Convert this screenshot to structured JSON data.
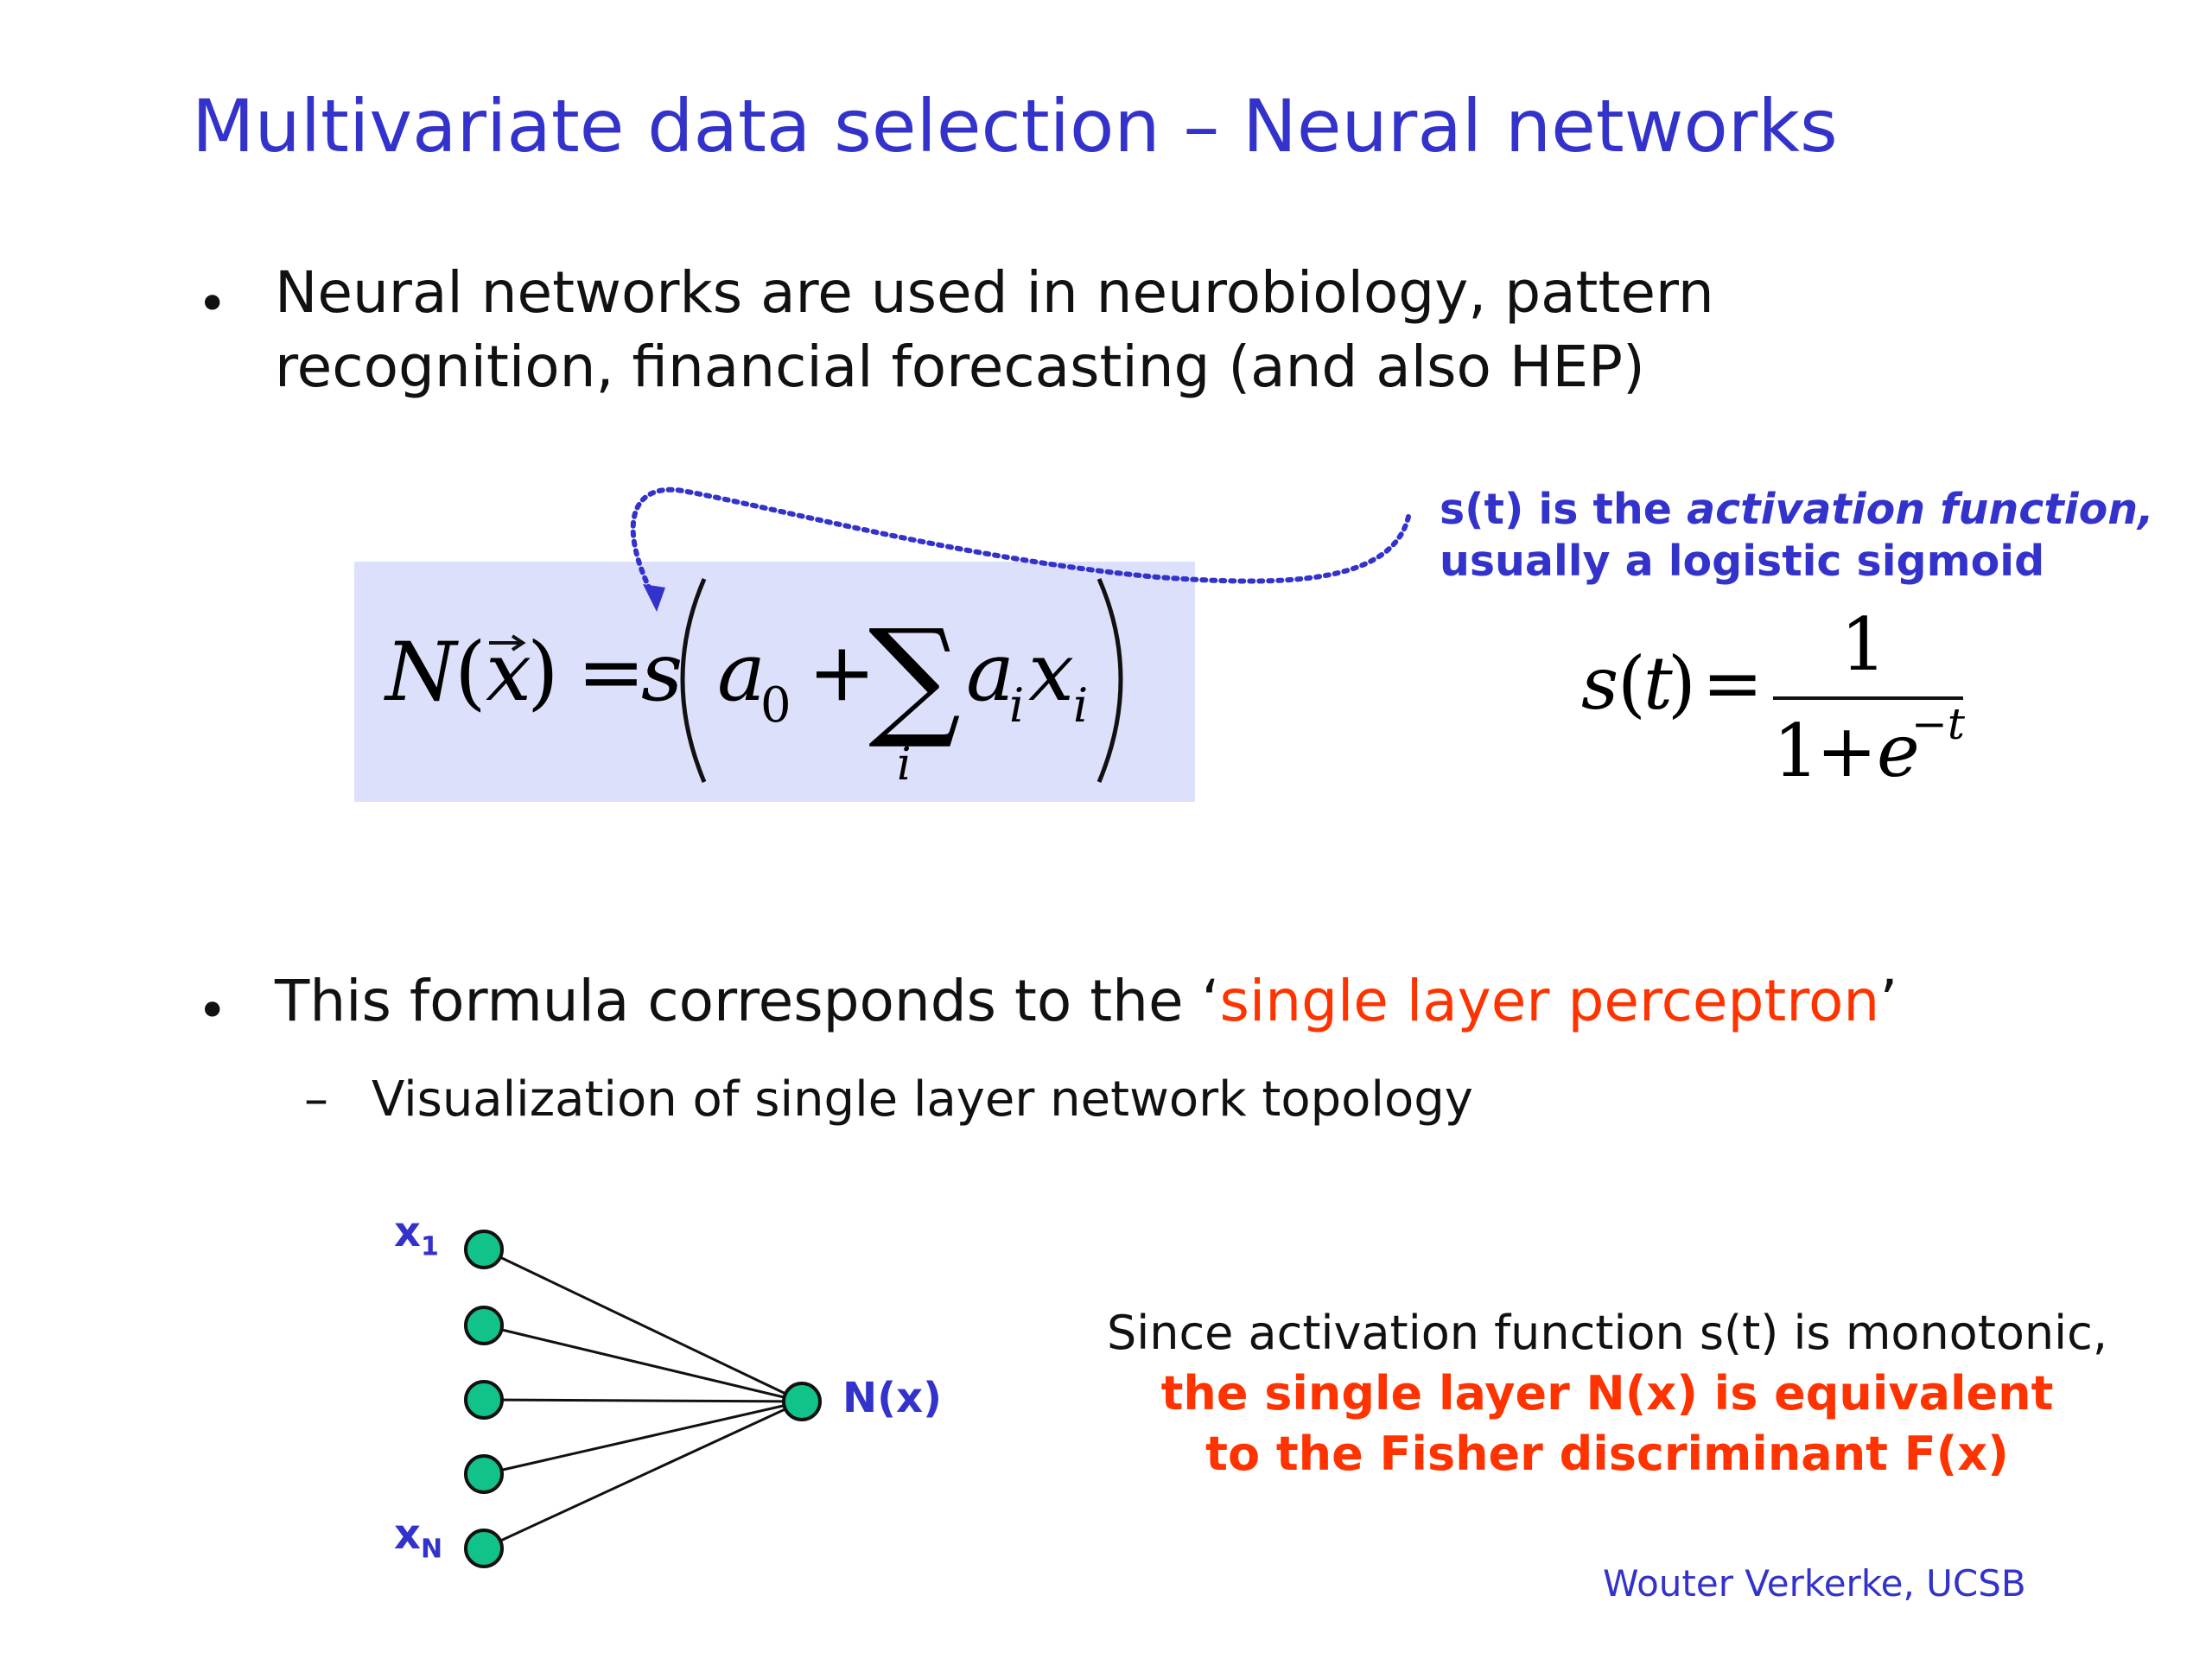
{
  "colors": {
    "title": "#3333cc",
    "accent": "#ff3300",
    "note": "#3333cc",
    "formula_box": "#dde0fb",
    "node": "#11c28a",
    "text": "#111111"
  },
  "slide": {
    "title": "Multivariate data selection – Neural networks"
  },
  "bullets": [
    {
      "line1": "Neural networks are used in neurobiology, pattern",
      "line2": "recognition, financial forecasting (and also HEP)"
    },
    {
      "text_before": "This formula corresponds to the ‘",
      "highlight": "single layer perceptron",
      "text_after": "’"
    }
  ],
  "sub_bullet": {
    "dash": "–",
    "text": "Visualization of single layer network topology"
  },
  "formula": {
    "lhs": "N(x) = s",
    "a0": "a",
    "a0_sub": "0",
    "plus": "+",
    "sum_symbol": "∑",
    "sum_index": "i",
    "term": "aixi"
  },
  "activation_note": {
    "line1_prefix": "s(t) is the ",
    "line1_italic": "activation function,",
    "line2": "usually a logistic sigmoid"
  },
  "sigmoid": {
    "lhs": "s(t) =",
    "numerator": "1",
    "denominator": "1 + e",
    "exponent": "−t"
  },
  "network": {
    "input_labels": {
      "first": "x",
      "first_sub": "1",
      "last": "x",
      "last_sub": "N"
    },
    "output_label": "N(x)",
    "input_nodes": 5
  },
  "conclusion": {
    "line1": "Since activation function s(t) is monotonic,",
    "line2": "the single layer N(x) is equivalent",
    "line3": "to the Fisher discriminant F(x)"
  },
  "footer": {
    "author": "Wouter Verkerke, UCSB"
  }
}
